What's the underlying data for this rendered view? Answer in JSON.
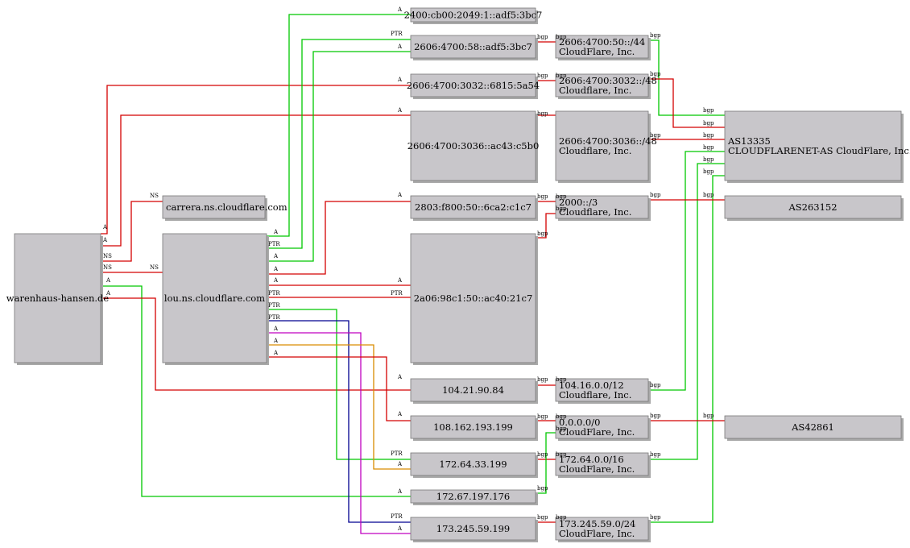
{
  "colors": {
    "node_fill": "#c8c6ca",
    "node_border": "#777777",
    "shadow": "#a9a9a9",
    "edge_red": "#d40000",
    "edge_green": "#00c800",
    "edge_blue": "#000090",
    "edge_magenta": "#c000c0",
    "edge_orange": "#d98c00"
  },
  "nodes": [
    {
      "id": "domain",
      "lines": [
        "warenhaus-hansen.de"
      ]
    },
    {
      "id": "ns_carrera",
      "lines": [
        "carrera.ns.cloudflare.com"
      ]
    },
    {
      "id": "ns_lou",
      "lines": [
        "lou.ns.cloudflare.com"
      ]
    },
    {
      "id": "ip6_2400",
      "lines": [
        "2400:cb00:2049:1::adf5:3bc7"
      ]
    },
    {
      "id": "ip6_2606_58",
      "lines": [
        "2606:4700:58::adf5:3bc7"
      ]
    },
    {
      "id": "ip6_2606_3032",
      "lines": [
        "2606:4700:3032::6815:5a54"
      ]
    },
    {
      "id": "ip6_2606_3036",
      "lines": [
        "2606:4700:3036::ac43:c5b0"
      ]
    },
    {
      "id": "ip6_2803",
      "lines": [
        "2803:f800:50::6ca2:c1c7"
      ]
    },
    {
      "id": "ip6_2a06",
      "lines": [
        "2a06:98c1:50::ac40:21c7"
      ]
    },
    {
      "id": "ip4_104",
      "lines": [
        "104.21.90.84"
      ]
    },
    {
      "id": "ip4_108",
      "lines": [
        "108.162.193.199"
      ]
    },
    {
      "id": "ip4_172_64",
      "lines": [
        "172.64.33.199"
      ]
    },
    {
      "id": "ip4_172_67",
      "lines": [
        "172.67.197.176"
      ]
    },
    {
      "id": "ip4_173",
      "lines": [
        "173.245.59.199"
      ]
    },
    {
      "id": "pfx_2606_50",
      "lines": [
        "2606:4700:50::/44",
        "CloudFlare, Inc."
      ]
    },
    {
      "id": "pfx_2606_3032",
      "lines": [
        "2606:4700:3032::/48",
        "Cloudflare, Inc."
      ]
    },
    {
      "id": "pfx_2606_3036",
      "lines": [
        "2606:4700:3036::/48",
        "Cloudflare, Inc."
      ]
    },
    {
      "id": "pfx_2000",
      "lines": [
        "2000::/3",
        "Cloudflare, Inc."
      ]
    },
    {
      "id": "pfx_104",
      "lines": [
        "104.16.0.0/12",
        "Cloudflare, Inc."
      ]
    },
    {
      "id": "pfx_0000",
      "lines": [
        "0.0.0.0/0",
        "CloudFlare, Inc."
      ]
    },
    {
      "id": "pfx_172_64",
      "lines": [
        "172.64.0.0/16",
        "CloudFlare, Inc."
      ]
    },
    {
      "id": "pfx_173",
      "lines": [
        "173.245.59.0/24",
        "CloudFlare, Inc."
      ]
    },
    {
      "id": "as13335",
      "lines": [
        "AS13335",
        "CLOUDFLARENET-AS CloudFlare, Inc."
      ]
    },
    {
      "id": "as263152",
      "lines": [
        "AS263152"
      ]
    },
    {
      "id": "as42861",
      "lines": [
        "AS42861"
      ]
    }
  ],
  "edges": [
    {
      "from": "domain",
      "to": "ip6_2606_3032",
      "label": "A",
      "color": "red"
    },
    {
      "from": "domain",
      "to": "ip6_2606_3036",
      "label": "A",
      "color": "red"
    },
    {
      "from": "domain",
      "to": "ns_carrera",
      "label": "NS",
      "color": "red"
    },
    {
      "from": "domain",
      "to": "ns_lou",
      "label": "NS",
      "color": "red"
    },
    {
      "from": "domain",
      "to": "ip4_172_67",
      "label": "A",
      "color": "green"
    },
    {
      "from": "domain",
      "to": "ip4_104",
      "label": "A",
      "color": "red"
    },
    {
      "from": "ns_lou",
      "to": "ip6_2400",
      "label": "A",
      "color": "green"
    },
    {
      "from": "ns_lou",
      "to": "ip6_2606_58",
      "label": "PTR",
      "color": "green"
    },
    {
      "from": "ns_lou",
      "to": "ip6_2606_58",
      "label": "A",
      "color": "green"
    },
    {
      "from": "ns_lou",
      "to": "ip6_2803",
      "label": "A",
      "color": "red"
    },
    {
      "from": "ns_lou",
      "to": "ip6_2a06",
      "label": "A",
      "color": "red"
    },
    {
      "from": "ns_lou",
      "to": "ip6_2a06",
      "label": "PTR",
      "color": "red"
    },
    {
      "from": "ns_lou",
      "to": "ip4_172_64",
      "label": "PTR",
      "color": "green"
    },
    {
      "from": "ns_lou",
      "to": "ip4_173",
      "label": "PTR",
      "color": "blue"
    },
    {
      "from": "ns_lou",
      "to": "ip4_173",
      "label": "A",
      "color": "magenta"
    },
    {
      "from": "ns_lou",
      "to": "ip4_172_64",
      "label": "A",
      "color": "orange"
    },
    {
      "from": "ns_lou",
      "to": "ip4_108",
      "label": "A",
      "color": "red"
    },
    {
      "from": "ip6_2606_58",
      "to": "pfx_2606_50",
      "label": "bgp",
      "color": "red"
    },
    {
      "from": "ip6_2606_3032",
      "to": "pfx_2606_3032",
      "label": "bgp",
      "color": "red"
    },
    {
      "from": "ip6_2606_3036",
      "to": "pfx_2606_3036",
      "label": "bgp",
      "color": "red"
    },
    {
      "from": "ip6_2803",
      "to": "pfx_2000",
      "label": "bgp",
      "color": "red"
    },
    {
      "from": "ip6_2a06",
      "to": "pfx_2000",
      "label": "bgp",
      "color": "red"
    },
    {
      "from": "ip4_104",
      "to": "pfx_104",
      "label": "bgp",
      "color": "red"
    },
    {
      "from": "ip4_108",
      "to": "pfx_0000",
      "label": "bgp",
      "color": "red"
    },
    {
      "from": "ip4_172_64",
      "to": "pfx_172_64",
      "label": "bgp",
      "color": "red"
    },
    {
      "from": "ip4_172_67",
      "to": "pfx_0000",
      "label": "bgp",
      "color": "green"
    },
    {
      "from": "ip4_173",
      "to": "pfx_173",
      "label": "bgp",
      "color": "red"
    },
    {
      "from": "pfx_2606_50",
      "to": "as13335",
      "label": "bgp",
      "color": "green"
    },
    {
      "from": "pfx_2606_3032",
      "to": "as13335",
      "label": "bgp",
      "color": "red"
    },
    {
      "from": "pfx_2606_3036",
      "to": "as13335",
      "label": "bgp",
      "color": "red"
    },
    {
      "from": "pfx_104",
      "to": "as13335",
      "label": "bgp",
      "color": "green"
    },
    {
      "from": "pfx_172_64",
      "to": "as13335",
      "label": "bgp",
      "color": "green"
    },
    {
      "from": "pfx_173",
      "to": "as13335",
      "label": "bgp",
      "color": "green"
    },
    {
      "from": "pfx_2000",
      "to": "as263152",
      "label": "bgp",
      "color": "red"
    },
    {
      "from": "pfx_0000",
      "to": "as42861",
      "label": "bgp",
      "color": "red"
    }
  ]
}
